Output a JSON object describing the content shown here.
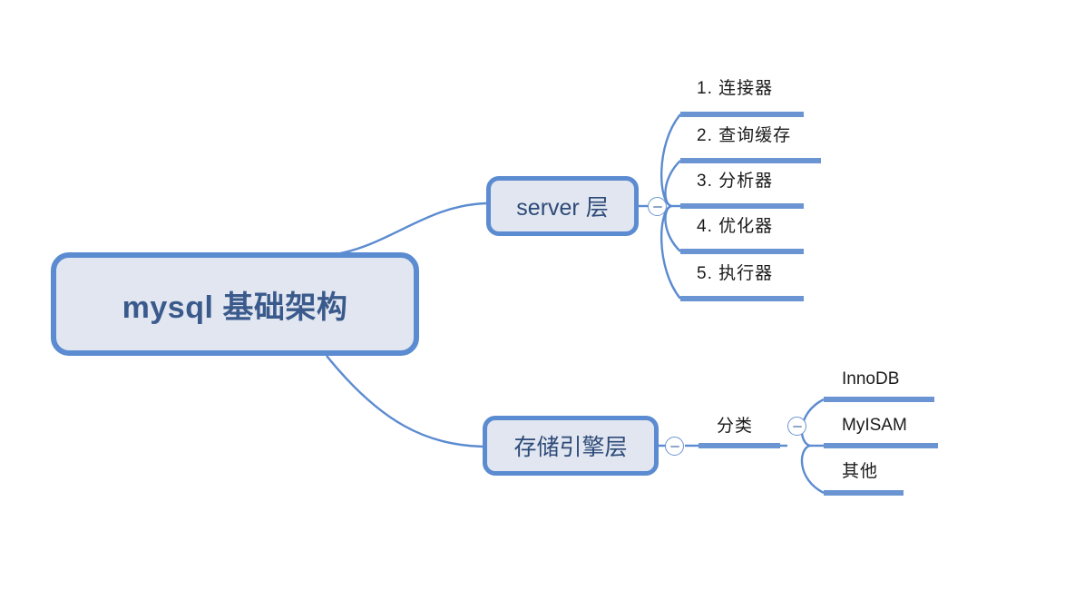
{
  "diagram": {
    "title": "mysql 基础架构",
    "type": "mindmap",
    "background": "#ffffff",
    "accent_color": "#5b8bd0",
    "bar_color": "#6b95d2",
    "node_fill": "#e1e6f0",
    "node_text_color": "#2d4a78",
    "leaf_text_color": "#1a1a1a"
  },
  "root": {
    "label": "mysql 基础架构"
  },
  "branches": [
    {
      "label": "server 层",
      "toggle_icon": "minus-circle-icon",
      "toggle_state": "expanded",
      "children": [
        {
          "label": "1. 连接器"
        },
        {
          "label": "2. 查询缓存"
        },
        {
          "label": "3. 分析器"
        },
        {
          "label": "4. 优化器"
        },
        {
          "label": "5. 执行器"
        }
      ]
    },
    {
      "label": "存储引擎层",
      "toggle_icon": "minus-circle-icon",
      "toggle_state": "expanded",
      "mid_label": "分类",
      "mid_toggle_icon": "minus-circle-icon",
      "children": [
        {
          "label": "InnoDB"
        },
        {
          "label": "MyISAM"
        },
        {
          "label": "其他"
        }
      ]
    }
  ]
}
